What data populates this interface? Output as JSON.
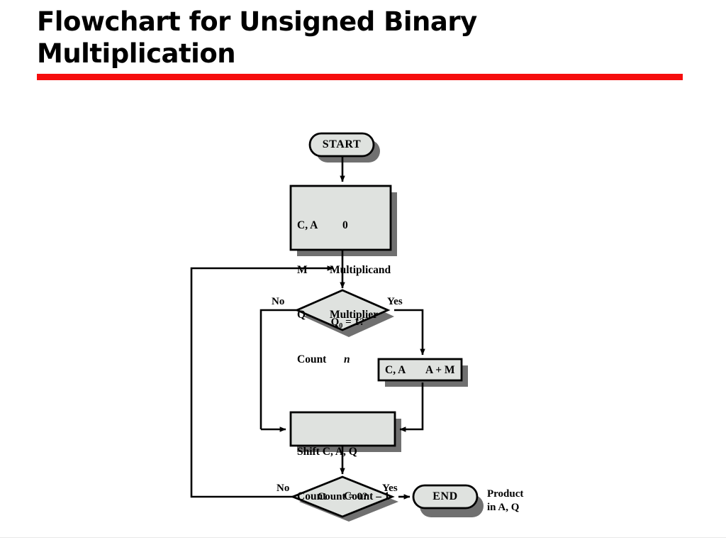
{
  "slide": {
    "title": "Flowchart for Unsigned Binary\nMultiplication",
    "accent_color": "#f60d0d",
    "background_color": "#ffffff"
  },
  "diagram": {
    "node_fill": "#dfe2df",
    "node_stroke": "#000000",
    "node_shadow": "#707070",
    "connector_color": "#000000",
    "nodes": {
      "start": {
        "shape": "terminal",
        "label": "START"
      },
      "init": {
        "shape": "process",
        "lines": [
          "C, A        0",
          "M      Multiplicand",
          "Q      Multiplier",
          "Count      n"
        ],
        "line1": "C, A",
        "line1_value": "0",
        "line2": "M",
        "line2_value": "Multiplicand",
        "line3": "Q",
        "line3_value": "Multiplier",
        "line4": "Count",
        "line4_value": "n"
      },
      "decision_q0": {
        "shape": "decision",
        "label_prefix": "Q",
        "label_sub": "0",
        "label_suffix": " = 1?"
      },
      "add": {
        "shape": "process",
        "label_left": "C, A",
        "label_right": "A + M"
      },
      "shift": {
        "shape": "process",
        "line1": "Shift C, A, Q",
        "line2_left": "Count",
        "line2_right": "Count – 1"
      },
      "decision_count": {
        "shape": "decision",
        "label": "Count = 0?"
      },
      "end": {
        "shape": "terminal",
        "label": "END"
      }
    },
    "edge_labels": {
      "q0_no": "No",
      "q0_yes": "Yes",
      "count_no": "No",
      "count_yes": "Yes"
    },
    "annotations": {
      "product": "Product\nin A, Q"
    }
  }
}
